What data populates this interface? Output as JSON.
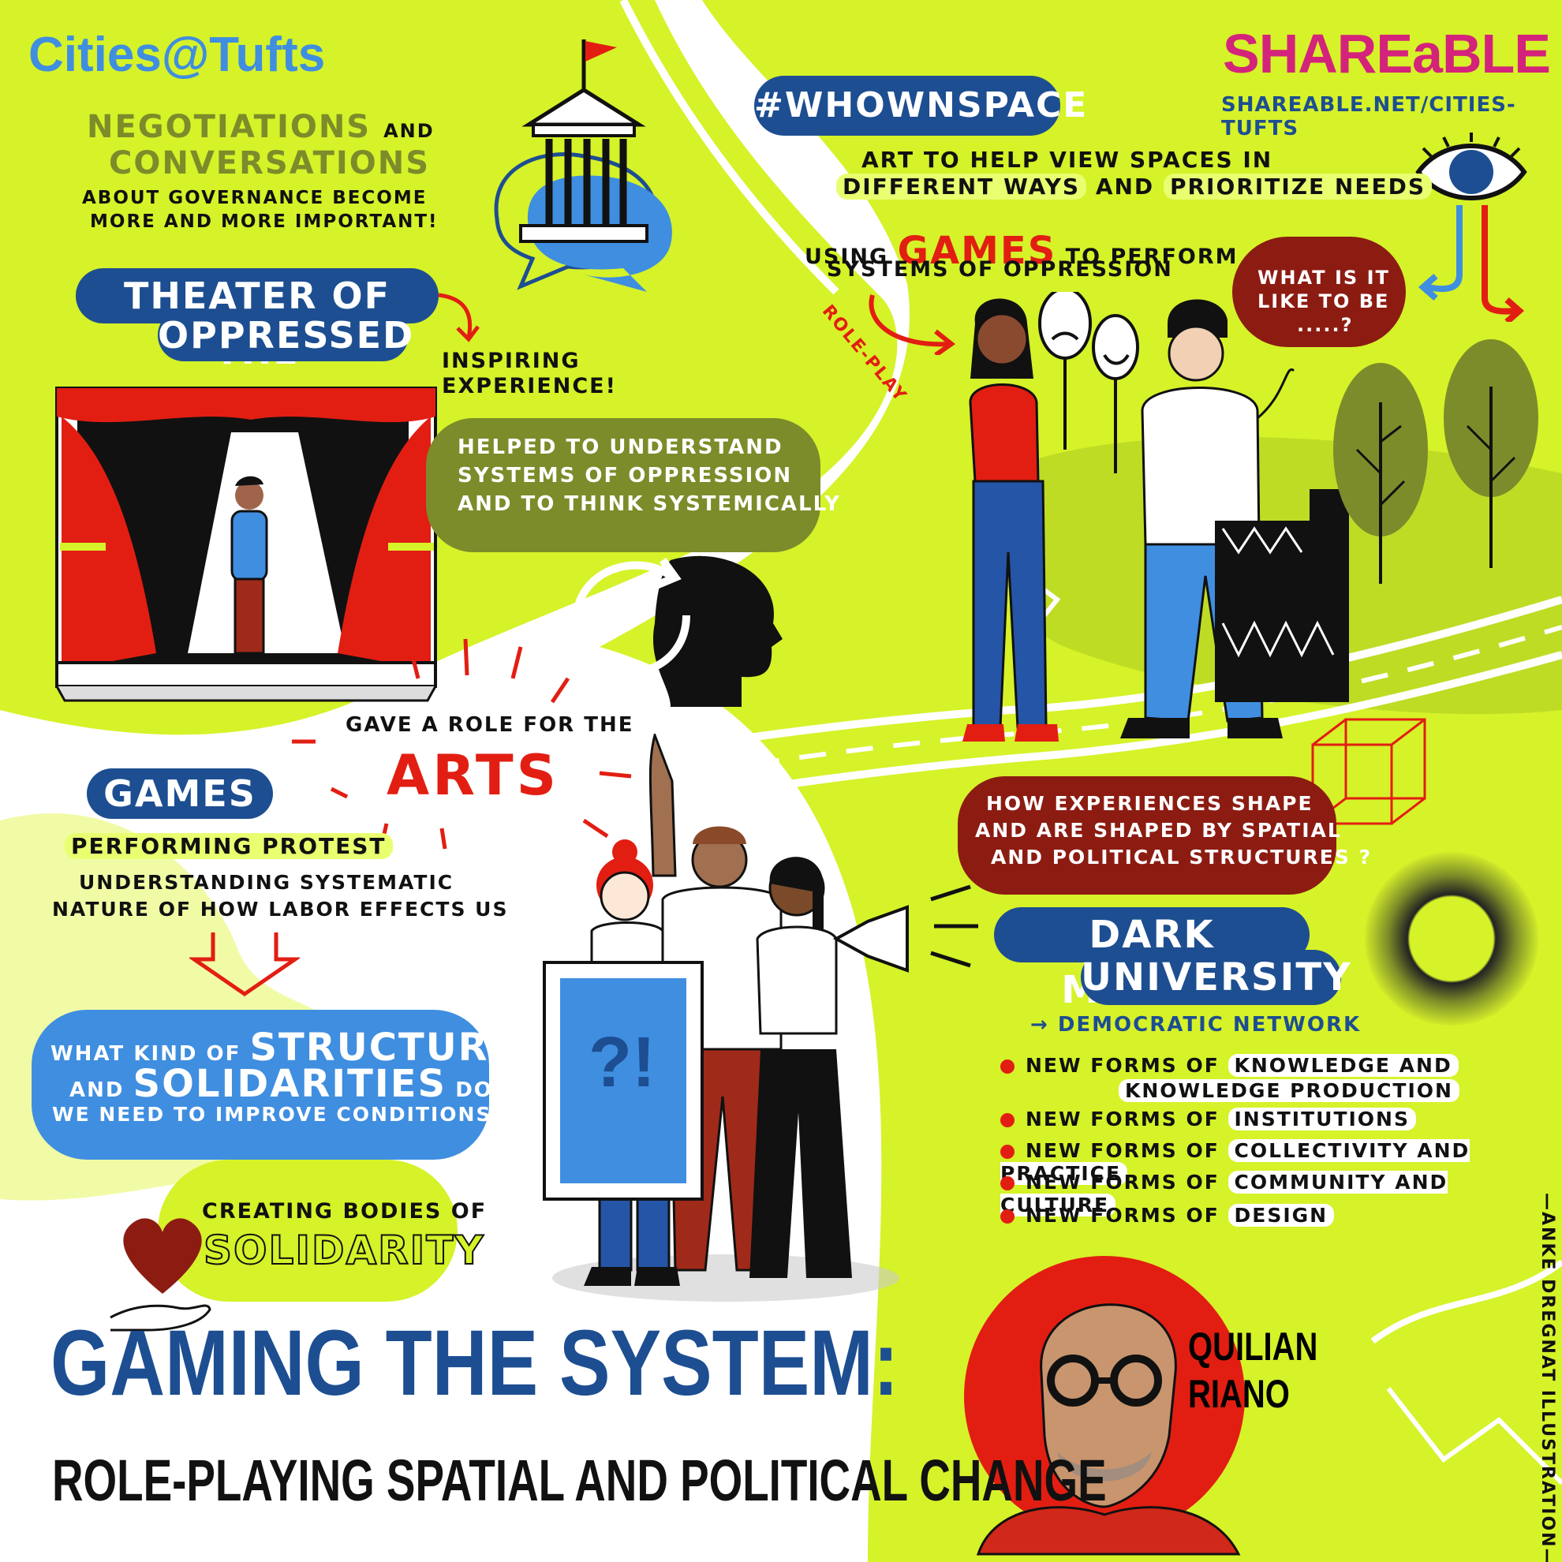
{
  "header": {
    "cities_logo": "Cities@Tufts",
    "shareable_logo": "SHAREaBLE",
    "shareable_url": "SHAREABLE.NET/CITIES-TUFTS",
    "hashtag": "#WHOWNSpace"
  },
  "governance": {
    "line1a": "NEGOTIATIONS",
    "line1b": "AND",
    "line2": "CONVERSATIONS",
    "line3": "ABOUT GOVERNANCE BECOME",
    "line4": "MORE AND MORE IMPORTANT!"
  },
  "theater": {
    "title1": "THEATER OF THE",
    "title2": "OPPRESSED",
    "inspiring1": "INSPIRING",
    "inspiring2": "EXPERIENCE!",
    "helped1": "HELPED TO UNDERSTAND",
    "helped2": "SYSTEMS OF OPPRESSION",
    "helped3": "AND TO THINK SYSTEMICALLY"
  },
  "art_view": {
    "line1": "ART TO HELP VIEW SPACES IN",
    "hl1": "DIFFERENT WAYS",
    "and": "AND",
    "hl2": "PRIORITIZE NEEDS"
  },
  "games_perform": {
    "using": "USING",
    "games": "GAMES",
    "to_perform": "TO PERFORM",
    "line2": "SYSTEMS OF OPPRESSION",
    "roleplay": "ROLE-PLAY"
  },
  "what_like": {
    "line1": "WHAT IS IT",
    "line2": "LIKE TO BE",
    "line3": ".....?"
  },
  "arts": {
    "gave": "GAVE A ROLE FOR THE",
    "arts": "ARTS"
  },
  "games_section": {
    "title": "GAMES",
    "performing": "PERFORMING PROTEST",
    "understand1": "UNDERSTANDING SYSTEMATIC",
    "understand2": "NATURE OF HOW LABOR EFFECTS US"
  },
  "structures": {
    "what_kind": "WHAT KIND OF",
    "structures": "STRUCTURES",
    "and": "AND",
    "solidarities": "SOLIDARITIES",
    "do": "DO",
    "line3": "WE NEED TO IMPROVE CONDITIONS?"
  },
  "solidarity": {
    "creating": "CREATING BODIES OF",
    "solidarity": "SOLIDARITY"
  },
  "protest_sign": "?!",
  "experiences": {
    "line1": "HOW EXPERIENCES SHAPE",
    "line2": "AND ARE SHAPED BY SPATIAL",
    "line3": "AND POLITICAL STRUCTURES ?"
  },
  "dark_matter": {
    "title1": "DARK MATTER",
    "title2": "UNIVERSITY",
    "network": "→ DEMOCRATIC NETWORK",
    "items": [
      {
        "prefix": "NEW FORMS OF",
        "hl": "KNOWLEDGE AND"
      },
      {
        "prefix": "",
        "hl": "KNOWLEDGE PRODUCTION"
      },
      {
        "prefix": "NEW FORMS OF",
        "hl": "INSTITUTIONS"
      },
      {
        "prefix": "NEW FORMS OF",
        "hl": "COLLECTIVITY AND PRACTICE"
      },
      {
        "prefix": "NEW FORMS OF",
        "hl": "COMMUNITY AND CULTURE"
      },
      {
        "prefix": "NEW FORMS OF",
        "hl": "DESIGN"
      }
    ]
  },
  "speaker": {
    "first": "QUILIAN",
    "last": "RIANO"
  },
  "footer": {
    "title": "GAMING THE SYSTEM:",
    "subtitle": "ROLE-PLAYING SPATIAL AND POLITICAL CHANGE",
    "credit": "—ANKE DREGNAT ILLUSTRATION—"
  },
  "colors": {
    "lime": "#d6f229",
    "navy": "#1d4e91",
    "sky": "#3f8ee0",
    "red": "#e21e12",
    "maroon": "#8c1c12",
    "olive": "#7c8c2a",
    "magenta": "#d4237a"
  }
}
